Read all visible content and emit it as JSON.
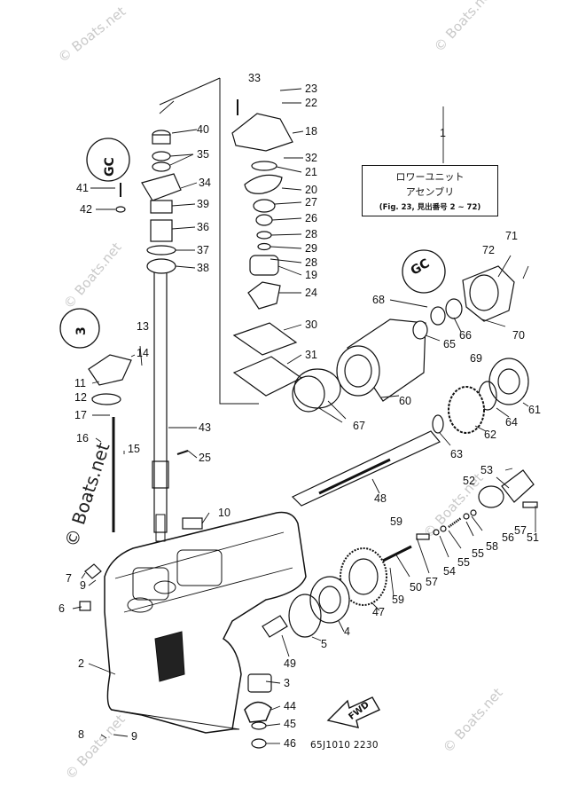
{
  "watermark": "© Boats.net",
  "assembly": {
    "ref_number": "1",
    "title_line1": "ロワーユニット",
    "title_line2": "アセンブリ",
    "title_line3": "(Fig. 23, 見出番号 2 ~ 72)"
  },
  "fwd_label": "FWD",
  "drawing_code": "65J1010 2230",
  "callouts": {
    "c1": "1",
    "c2": "2",
    "c3": "3",
    "c4": "4",
    "c5": "5",
    "c6": "6",
    "c7": "7",
    "c8": "8",
    "c9a": "9",
    "c9b": "9",
    "c10": "10",
    "c11": "11",
    "c12": "12",
    "c13": "13",
    "c14": "14",
    "c15": "15",
    "c16": "16",
    "c17": "17",
    "c18": "18",
    "c19": "19",
    "c20": "20",
    "c21": "21",
    "c22": "22",
    "c23": "23",
    "c24": "24",
    "c25": "25",
    "c26": "26",
    "c27": "27",
    "c28a": "28",
    "c28b": "28",
    "c29": "29",
    "c30": "30",
    "c31": "31",
    "c32": "32",
    "c33": "33",
    "c34": "34",
    "c35": "35",
    "c36": "36",
    "c37": "37",
    "c38": "38",
    "c39": "39",
    "c40": "40",
    "c41": "41",
    "c42": "42",
    "c43": "43",
    "c44": "44",
    "c45": "45",
    "c46": "46",
    "c47": "47",
    "c48": "48",
    "c49": "49",
    "c50": "50",
    "c51": "51",
    "c52": "52",
    "c53": "53",
    "c54": "54",
    "c55a": "55",
    "c55b": "55",
    "c56": "56",
    "c57a": "57",
    "c57b": "57",
    "c58": "58",
    "c59a": "59",
    "c59b": "59",
    "c60": "60",
    "c61": "61",
    "c62": "62",
    "c63": "63",
    "c64": "64",
    "c65": "65",
    "c66": "66",
    "c67": "67",
    "c68": "68",
    "c69": "69",
    "c70": "70",
    "c71": "71",
    "c72": "72"
  },
  "badges": {
    "gc_label": "GC",
    "three_label": "3"
  }
}
